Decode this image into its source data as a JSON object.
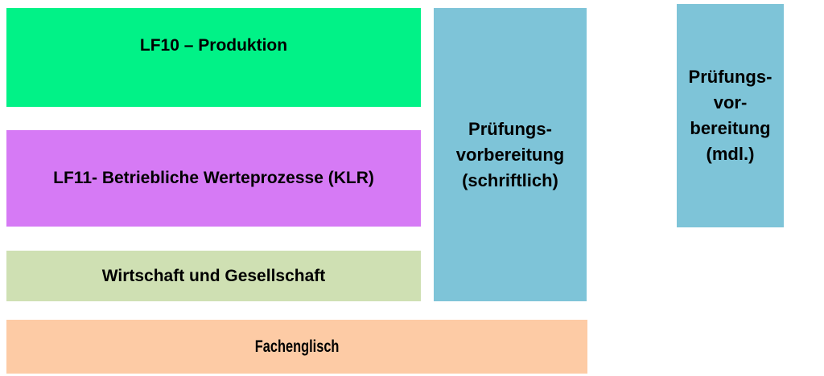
{
  "page": {
    "background": "#ffffff",
    "text_color": "#000000"
  },
  "blocks": {
    "lf10": {
      "label": "LF10 – Produktion",
      "color": "#01f287"
    },
    "lf11": {
      "label": "LF11- Betriebliche Werteprozesse (KLR)",
      "color": "#d67af5"
    },
    "wirtschaft": {
      "label": "Wirtschaft und Gesellschaft",
      "color": "#cfe0b3"
    },
    "fachenglisch": {
      "label": "Fachenglisch",
      "color": "#fdcba5"
    },
    "pruefung_schriftlich": {
      "label": "Prüfungs-\nvorbereitung\n(schriftlich)",
      "color": "#7ec4d8"
    },
    "pruefung_mdl": {
      "label": "Prüfungs-\nvor-\nbereitung\n(mdl.)",
      "color": "#7ec4d8"
    }
  }
}
